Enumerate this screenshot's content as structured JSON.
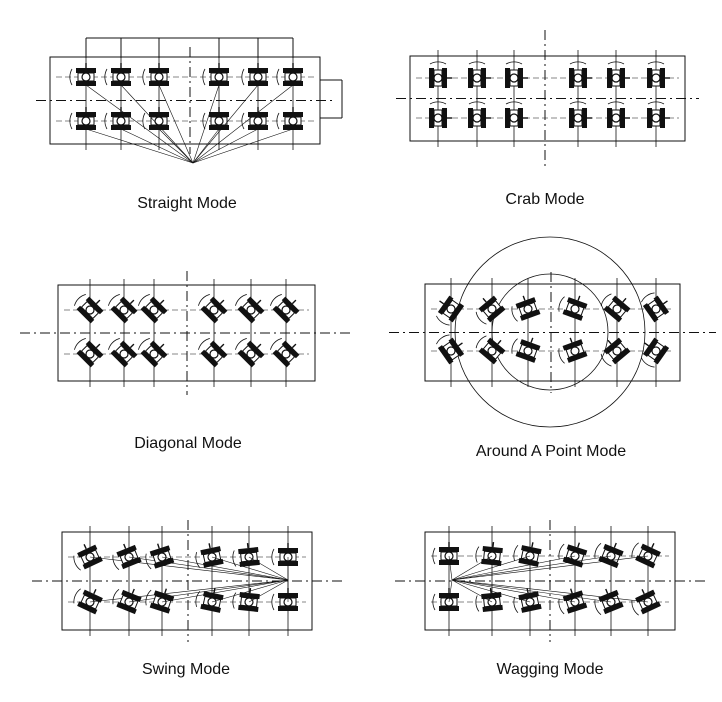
{
  "modes": [
    {
      "key": "straight",
      "caption": "Straight Mode"
    },
    {
      "key": "crab",
      "caption": "Crab Mode"
    },
    {
      "key": "diagonal",
      "caption": "Diagonal Mode"
    },
    {
      "key": "around",
      "caption": "Around A Point Mode"
    },
    {
      "key": "swing",
      "caption": "Swing Mode"
    },
    {
      "key": "wagging",
      "caption": "Wagging Mode"
    }
  ],
  "colors": {
    "line": "#111111",
    "fill": "#ffffff"
  }
}
